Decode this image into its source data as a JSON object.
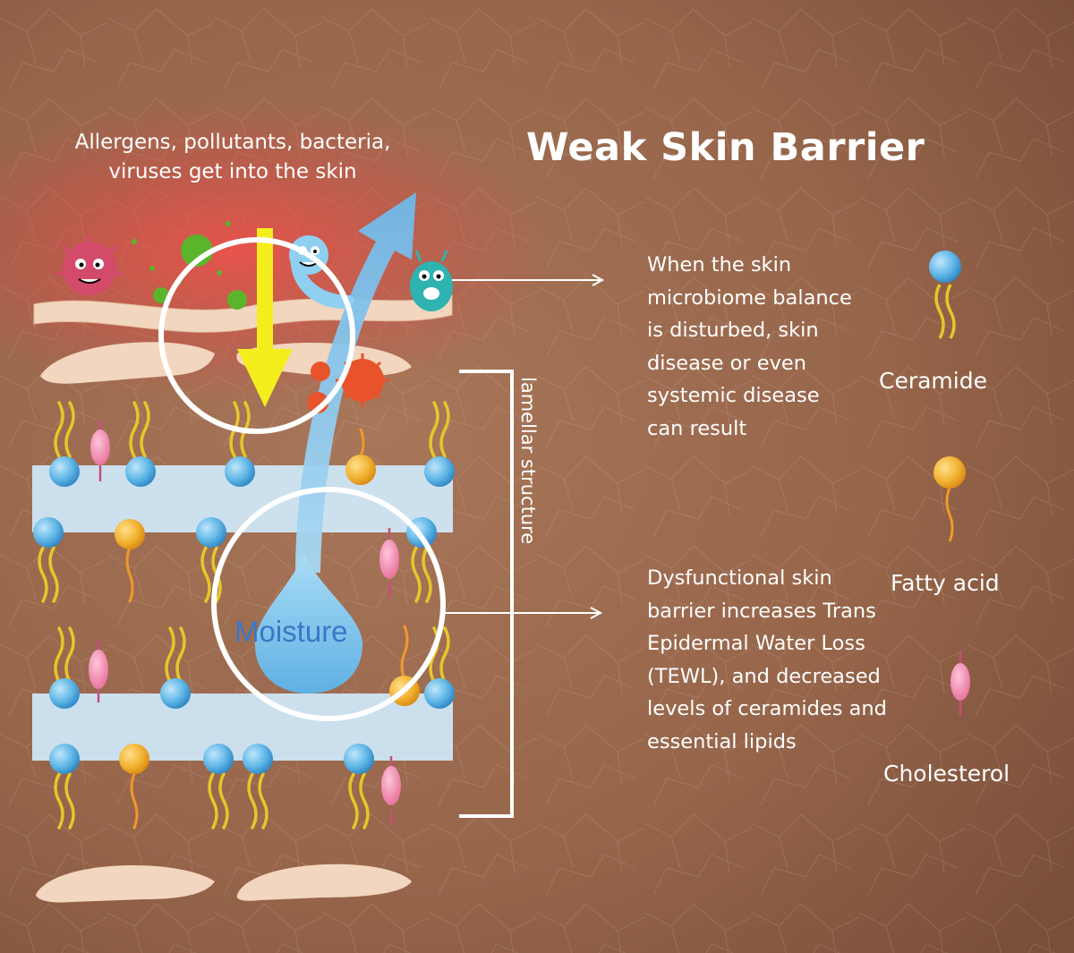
{
  "title": "Weak Skin Barrier",
  "threat_text": "Allergens, pollutants, bacteria, viruses get into the skin",
  "microbiome_text": "When the skin microbiome balance is disturbed, skin disease or even systemic disease can result",
  "tewl_text": "Dysfunctional skin barrier increases Trans Epidermal Water Loss (TEWL), and decreased levels of ceramides and essential lipids",
  "legend": {
    "ceramide": "Ceramide",
    "fatty_acid": "Fatty acid",
    "cholesterol": "Cholesterol"
  },
  "lamellar_label": "lamellar structure",
  "moisture_label": "Moisture",
  "colors": {
    "background": "#9b6a4e",
    "ceramide_head": "#5fb6e6",
    "fatty_acid_head": "#f2b233",
    "cholesterol": "#ee86aa",
    "lipid_tail": "#e6c62a",
    "membrane_band": "#cfe6f6",
    "skin_layer": "#f3d6bf",
    "inward_arrow": "#f5ee1e",
    "outward_arrow": "#8cc8ec",
    "pathogen_red": "#e8532b",
    "pathogen_green": "#5bb42c"
  },
  "icons": [
    "virus-icon",
    "bacteria-icon",
    "microbe-monster-icon",
    "water-drop-icon",
    "arrow-right-icon"
  ]
}
